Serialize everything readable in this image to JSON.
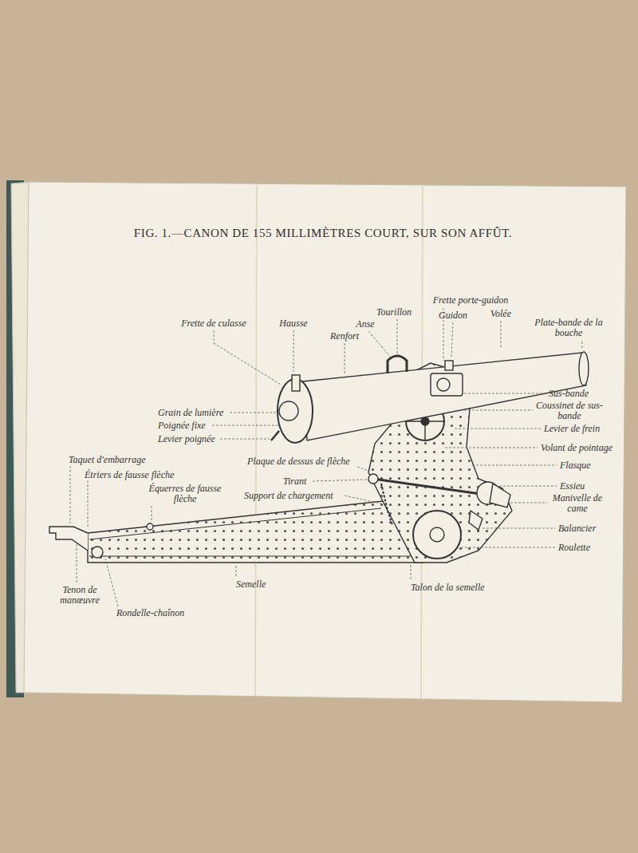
{
  "diagram": {
    "title": "FIG. 1.—CANON DE 155 MILLIMÈTRES COURT, SUR SON AFFÛT.",
    "labels": [
      "Frette de culasse",
      "Hausse",
      "Renfort",
      "Anse",
      "Tourillon",
      "Frette porte-guidon",
      "Guidon",
      "Volée",
      "Plate-bande de la bouche",
      "Sus-bande",
      "Coussinet de sus-bande",
      "Levier de frein",
      "Volant de pointage",
      "Flasque",
      "Essieu",
      "Manivelle de came",
      "Balancier",
      "Roulette",
      "Grain de lumière",
      "Poignée fixe",
      "Levier poignée",
      "Taquet d'embarrage",
      "Étriers de fausse flèche",
      "Équerres de fausse flèche",
      "Plaque de dessus de flèche",
      "Tirant",
      "Support de chargement",
      "Tenon de manœuvre",
      "Rondelle-chaînon",
      "Semelle",
      "Talon de la semelle"
    ]
  }
}
